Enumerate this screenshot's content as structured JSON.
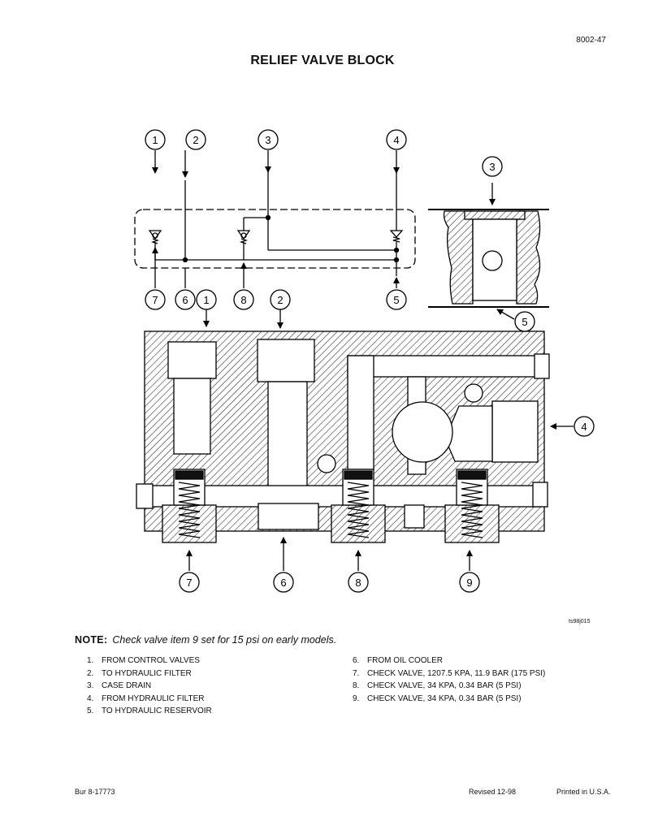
{
  "header": {
    "page_number": "8002-47",
    "title": "RELIEF VALVE BLOCK"
  },
  "callouts": {
    "schematic_top": [
      "1",
      "2",
      "3",
      "4"
    ],
    "schematic_bottom": [
      "7",
      "6",
      "8",
      "5"
    ],
    "section_top": [
      "3"
    ],
    "section_bottom": [
      "5"
    ],
    "block_top": [
      "1",
      "2"
    ],
    "block_right": [
      "4"
    ],
    "block_bottom": [
      "7",
      "6",
      "8",
      "9"
    ]
  },
  "figure_code": "ts98j015",
  "note": {
    "label": "NOTE:",
    "text": "Check valve item 9 set for 15 psi on early models."
  },
  "legend_left": [
    {
      "num": "1.",
      "text": "FROM CONTROL VALVES"
    },
    {
      "num": "2.",
      "text": "TO HYDRAULIC FILTER"
    },
    {
      "num": "3.",
      "text": "CASE DRAIN"
    },
    {
      "num": "4.",
      "text": "FROM HYDRAULIC FILTER"
    },
    {
      "num": "5.",
      "text": "TO HYDRAULIC RESERVOIR"
    }
  ],
  "legend_right": [
    {
      "num": "6.",
      "text": "FROM OIL COOLER"
    },
    {
      "num": "7.",
      "text": "CHECK VALVE, 1207.5 KPA, 11.9 BAR (175 PSI)"
    },
    {
      "num": "8.",
      "text": "CHECK VALVE, 34 KPA, 0.34 BAR (5 PSI)"
    },
    {
      "num": "9.",
      "text": "CHECK VALVE, 34 KPA, 0.34 BAR (5 PSI)"
    }
  ],
  "footer": {
    "left": "Bur 8-17773",
    "center": "Revised 12-98",
    "right": "Printed in U.S.A."
  }
}
